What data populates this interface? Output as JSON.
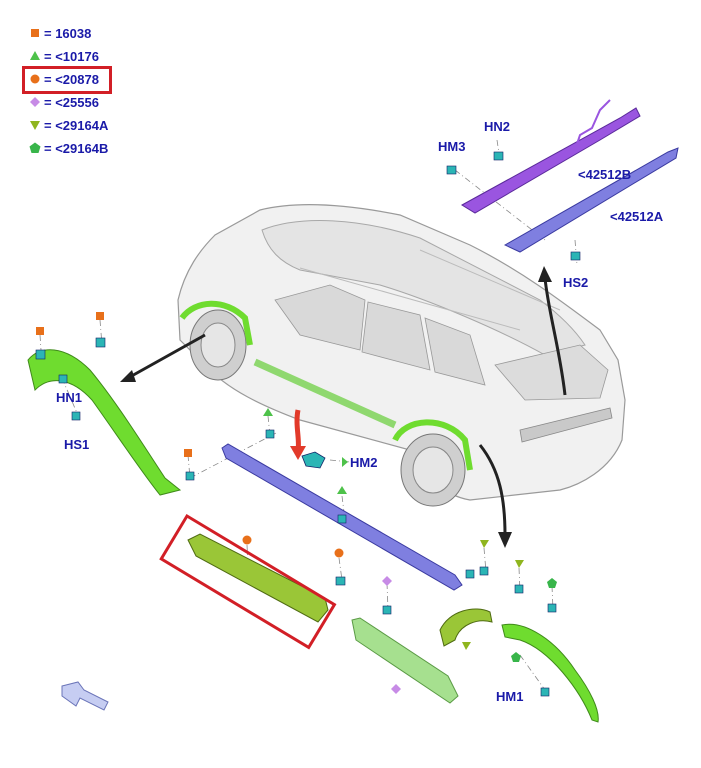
{
  "legend": [
    {
      "symbol": "square",
      "color": "#e8701a",
      "text": "= 16038"
    },
    {
      "symbol": "triangle",
      "color": "#4ec24a",
      "text": "= <10176"
    },
    {
      "symbol": "circle",
      "color": "#e8701a",
      "text": "= <20878"
    },
    {
      "symbol": "diamond",
      "color": "#c78be6",
      "text": "= <25556"
    },
    {
      "symbol": "triangle-down",
      "color": "#8fb51e",
      "text": "= <29164A"
    },
    {
      "symbol": "pentagon",
      "color": "#38b54a",
      "text": "= <29164B"
    }
  ],
  "highlight_color": "#d21f26",
  "part_labels": {
    "hn2": "HN2",
    "hm3": "HM3",
    "r42512b": "<42512B",
    "r42512a": "<42512A",
    "hs2": "HS2",
    "hn1": "HN1",
    "hs1": "HS1",
    "hm2": "HM2",
    "hm1": "HM1"
  },
  "colors": {
    "label_blue": "#1a1aa8",
    "arch_green": "#6fdc2f",
    "rocker_blue": "#7f7fe0",
    "spoiler_purple": "#9a55e0",
    "clip_teal": "#2bb5b5",
    "step_olive": "#9ac637",
    "moulding_green": "#a6e08f"
  }
}
